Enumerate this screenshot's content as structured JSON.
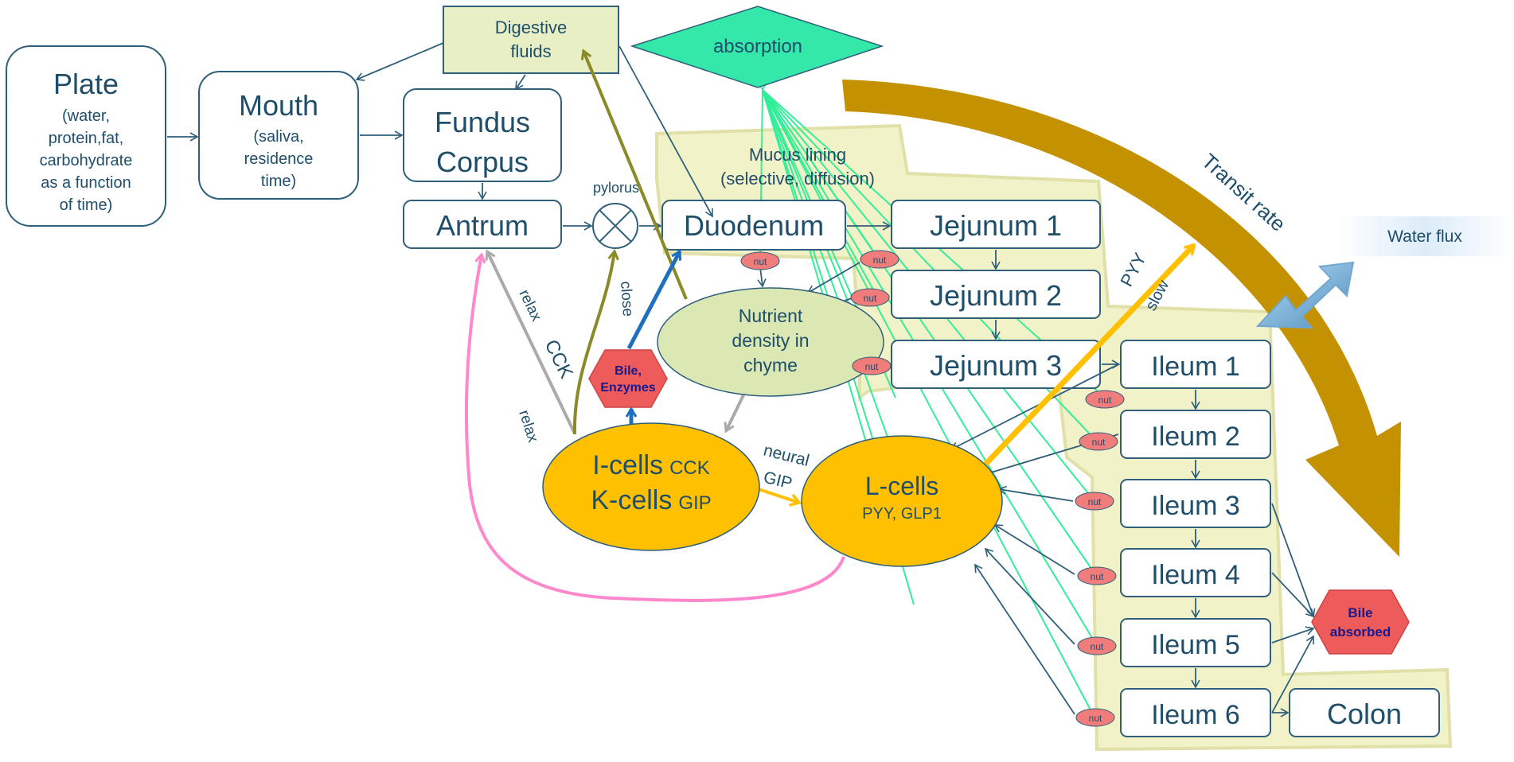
{
  "colors": {
    "box_stroke": "#2f5f7a",
    "text": "#1f4e6b",
    "mucus_fill": "#f2f2c8",
    "mucus_stroke": "#e0e0a8",
    "absorption_fill": "#33e8a8",
    "digestive_fill": "#e8efc4",
    "transit_arrow": "#c49200",
    "cell_fill": "#ffc000",
    "nutrient_fill": "#dbe8b4",
    "nut_fill": "#f07c7c",
    "bile_fill": "#ee5b5b",
    "bile_text": "#1a1a8c",
    "green_line": "#33ee99",
    "pink_line": "#ff88cc",
    "olive_line": "#8a8a28",
    "blue_line": "#1f6fc0",
    "orange_line": "#ffc000",
    "gray_line": "#aaaaaa",
    "water_flux": "#7ab8dd"
  },
  "boxes": {
    "plate": {
      "title": "Plate",
      "lines": [
        "(water,",
        "protein,fat,",
        "carbohydrate",
        "as a function",
        "of time)"
      ]
    },
    "mouth": {
      "title": "Mouth",
      "lines": [
        "(saliva,",
        "residence",
        "time)"
      ]
    },
    "fundus": {
      "lines": [
        "Fundus",
        "Corpus"
      ]
    },
    "antrum": {
      "title": "Antrum"
    },
    "digestive": {
      "lines": [
        "Digestive",
        "fluids"
      ]
    },
    "absorption": {
      "label": "absorption"
    },
    "duodenum": {
      "title": "Duodenum"
    },
    "jejunum1": {
      "title": "Jejunum 1"
    },
    "jejunum2": {
      "title": "Jejunum 2"
    },
    "jejunum3": {
      "title": "Jejunum 3"
    },
    "ileum1": {
      "title": "Ileum 1"
    },
    "ileum2": {
      "title": "Ileum 2"
    },
    "ileum3": {
      "title": "Ileum 3"
    },
    "ileum4": {
      "title": "Ileum 4"
    },
    "ileum5": {
      "title": "Ileum 5"
    },
    "ileum6": {
      "title": "Ileum 6"
    },
    "colon": {
      "title": "Colon"
    }
  },
  "labels": {
    "pylorus": "pylorus",
    "mucus": [
      "Mucus lining",
      "(selective, diffusion)"
    ],
    "transit_rate": "Transit rate",
    "water_flux": "Water flux",
    "pyy": "PYY",
    "slow": "slow",
    "relax_upper": "relax",
    "relax_lower": "relax",
    "cck_arrow": "CCK",
    "close": "close",
    "neural": "neural",
    "gip_arrow": "GIP",
    "nut": "nut"
  },
  "cells": {
    "ik": {
      "i_main": "I-cells",
      "i_sub": "CCK",
      "k_main": "K-cells",
      "k_sub": "GIP"
    },
    "l": {
      "main": "L-cells",
      "sub": "PYY, GLP1"
    }
  },
  "nutrient": {
    "lines": [
      "Nutrient",
      "density in",
      "chyme"
    ]
  },
  "bile_enzymes": {
    "lines": [
      "Bile,",
      "Enzymes"
    ]
  },
  "bile_absorbed": {
    "lines": [
      "Bile",
      "absorbed"
    ]
  }
}
